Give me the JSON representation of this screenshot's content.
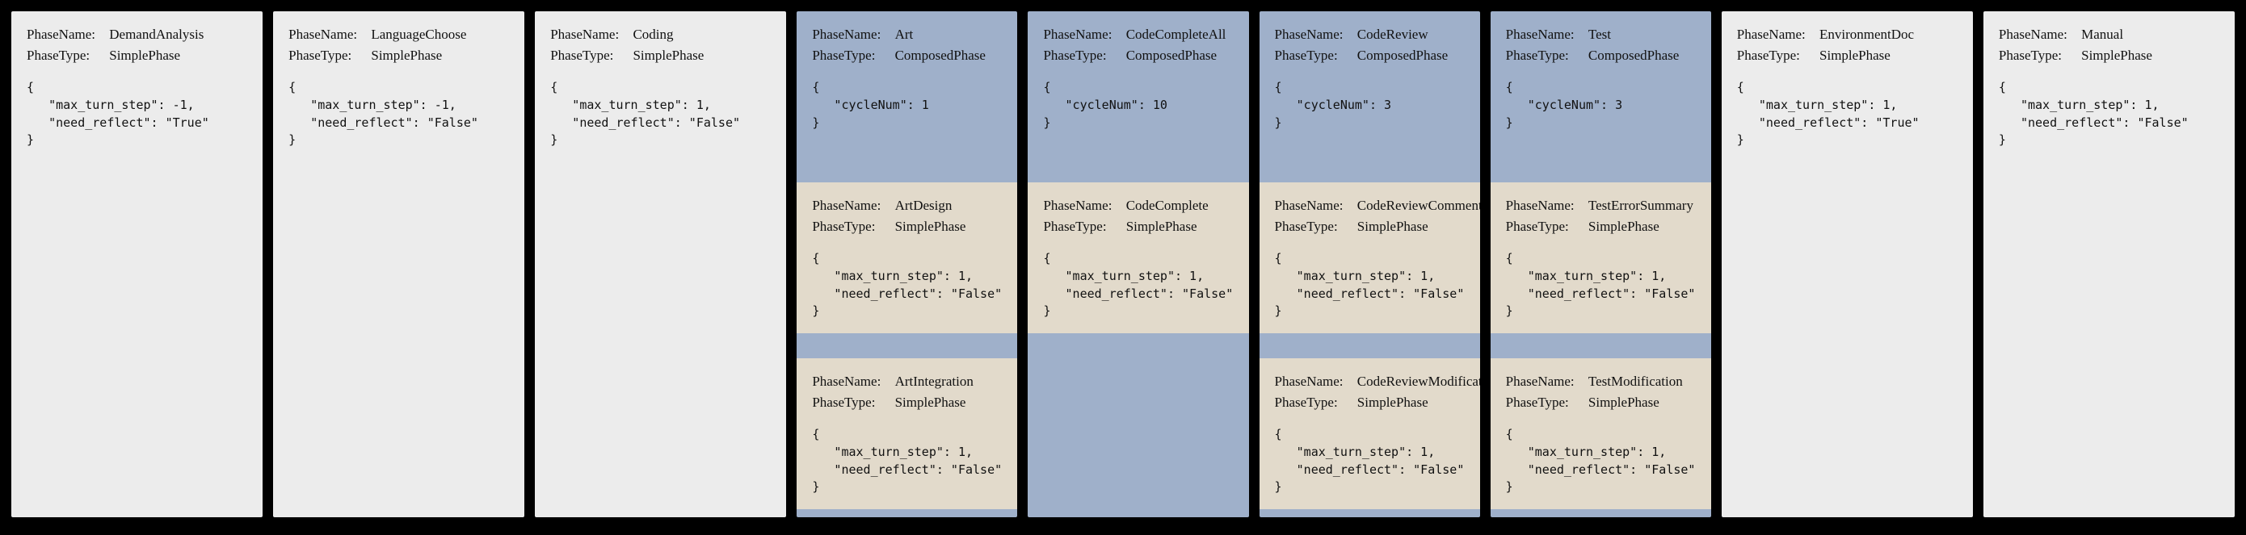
{
  "colors": {
    "page_bg": "#000000",
    "simple_phase_bg": "#ececec",
    "composed_phase_bg": "#9fb0ca",
    "sub_phase_bg": "#e2dacb"
  },
  "labels": {
    "phase_name": "PhaseName:",
    "phase_type": "PhaseType:"
  },
  "phases": [
    {
      "name": "DemandAnalysis",
      "type": "SimplePhase",
      "config": "{\n   \"max_turn_step\": -1,\n   \"need_reflect\": \"True\"\n}"
    },
    {
      "name": "LanguageChoose",
      "type": "SimplePhase",
      "config": "{\n   \"max_turn_step\": -1,\n   \"need_reflect\": \"False\"\n}"
    },
    {
      "name": "Coding",
      "type": "SimplePhase",
      "config": "{\n   \"max_turn_step\": 1,\n   \"need_reflect\": \"False\"\n}"
    },
    {
      "name": "Art",
      "type": "ComposedPhase",
      "config": "{\n   \"cycleNum\": 1\n}",
      "sub": [
        {
          "name": "ArtDesign",
          "type": "SimplePhase",
          "config": "{\n   \"max_turn_step\": 1,\n   \"need_reflect\": \"False\"\n}"
        },
        {
          "name": "ArtIntegration",
          "type": "SimplePhase",
          "config": "{\n   \"max_turn_step\": 1,\n   \"need_reflect\": \"False\"\n}"
        }
      ]
    },
    {
      "name": "CodeCompleteAll",
      "type": "ComposedPhase",
      "config": "{\n   \"cycleNum\": 10\n}",
      "sub": [
        {
          "name": "CodeComplete",
          "type": "SimplePhase",
          "config": "{\n   \"max_turn_step\": 1,\n   \"need_reflect\": \"False\"\n}"
        }
      ]
    },
    {
      "name": "CodeReview",
      "type": "ComposedPhase",
      "config": "{\n   \"cycleNum\": 3\n}",
      "sub": [
        {
          "name": "CodeReviewComment",
          "type": "SimplePhase",
          "config": "{\n   \"max_turn_step\": 1,\n   \"need_reflect\": \"False\"\n}"
        },
        {
          "name": "CodeReviewModification",
          "type": "SimplePhase",
          "config": "{\n   \"max_turn_step\": 1,\n   \"need_reflect\": \"False\"\n}"
        }
      ]
    },
    {
      "name": "Test",
      "type": "ComposedPhase",
      "config": "{\n   \"cycleNum\": 3\n}",
      "sub": [
        {
          "name": "TestErrorSummary",
          "type": "SimplePhase",
          "config": "{\n   \"max_turn_step\": 1,\n   \"need_reflect\": \"False\"\n}"
        },
        {
          "name": "TestModification",
          "type": "SimplePhase",
          "config": "{\n   \"max_turn_step\": 1,\n   \"need_reflect\": \"False\"\n}"
        }
      ]
    },
    {
      "name": "EnvironmentDoc",
      "type": "SimplePhase",
      "config": "{\n   \"max_turn_step\": 1,\n   \"need_reflect\": \"True\"\n}"
    },
    {
      "name": "Manual",
      "type": "SimplePhase",
      "config": "{\n   \"max_turn_step\": 1,\n   \"need_reflect\": \"False\"\n}"
    }
  ]
}
